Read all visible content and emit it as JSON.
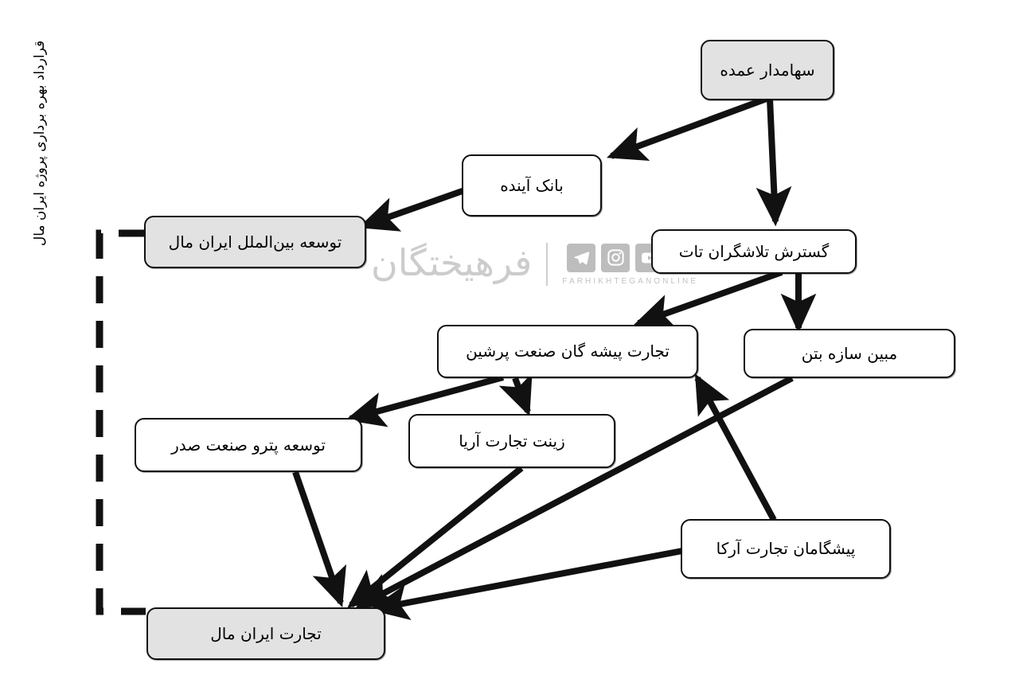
{
  "diagram": {
    "bracket_label": "قرارداد بهره برداری پروژه ایران مال",
    "nodes": [
      {
        "id": "major_shareholder",
        "label": "سهامدار عمده",
        "shaded": true
      },
      {
        "id": "bank_ayandeh",
        "label": "بانک آینده",
        "shaded": false
      },
      {
        "id": "tosee_beinolmelal",
        "label": "توسعه بین‌الملل ایران مال",
        "shaded": true
      },
      {
        "id": "gostaresh_talashgaran",
        "label": "گسترش تلاشگران تات",
        "shaded": false
      },
      {
        "id": "tejarat_pishegan",
        "label": "تجارت پیشه گان صنعت پرشین",
        "shaded": false
      },
      {
        "id": "mobin_saze_beton",
        "label": "مبین سازه بتن",
        "shaded": false
      },
      {
        "id": "tosee_petro",
        "label": "توسعه پترو صنعت صدر",
        "shaded": false
      },
      {
        "id": "zinat_tejarat_aria",
        "label": "زینت تجارت آریا",
        "shaded": false
      },
      {
        "id": "pishgaman_arka",
        "label": "پیشگامان تجارت آرکا",
        "shaded": false
      },
      {
        "id": "tejarat_iran_mall",
        "label": "تجارت ایران مال",
        "shaded": true
      }
    ],
    "edges": [
      {
        "from": "major_shareholder",
        "to": "bank_ayandeh"
      },
      {
        "from": "major_shareholder",
        "to": "gostaresh_talashgaran"
      },
      {
        "from": "bank_ayandeh",
        "to": "tosee_beinolmelal"
      },
      {
        "from": "gostaresh_talashgaran",
        "to": "tejarat_pishegan"
      },
      {
        "from": "gostaresh_talashgaran",
        "to": "mobin_saze_beton"
      },
      {
        "from": "tejarat_pishegan",
        "to": "tosee_petro"
      },
      {
        "from": "tejarat_pishegan",
        "to": "zinat_tejarat_aria"
      },
      {
        "from": "tosee_petro",
        "to": "tejarat_iran_mall"
      },
      {
        "from": "zinat_tejarat_aria",
        "to": "tejarat_iran_mall"
      },
      {
        "from": "mobin_saze_beton",
        "to": "tejarat_iran_mall"
      },
      {
        "from": "pishgaman_arka",
        "to": "tejarat_iran_mall"
      },
      {
        "from": "pishgaman_arka",
        "to": "tejarat_pishegan"
      }
    ],
    "bracket_connects": [
      "tosee_beinolmelal",
      "tejarat_iran_mall"
    ]
  },
  "watermark": {
    "caption": "FARHIKHTEGANONLINE",
    "logo": "فرهیختگان",
    "icons": [
      "x-icon",
      "youtube-icon",
      "instagram-icon",
      "telegram-icon"
    ]
  },
  "colors": {
    "shaded_fill": "#e2e2e2",
    "stroke": "#111111",
    "background": "#ffffff",
    "watermark_gray": "#bdbdbd"
  }
}
